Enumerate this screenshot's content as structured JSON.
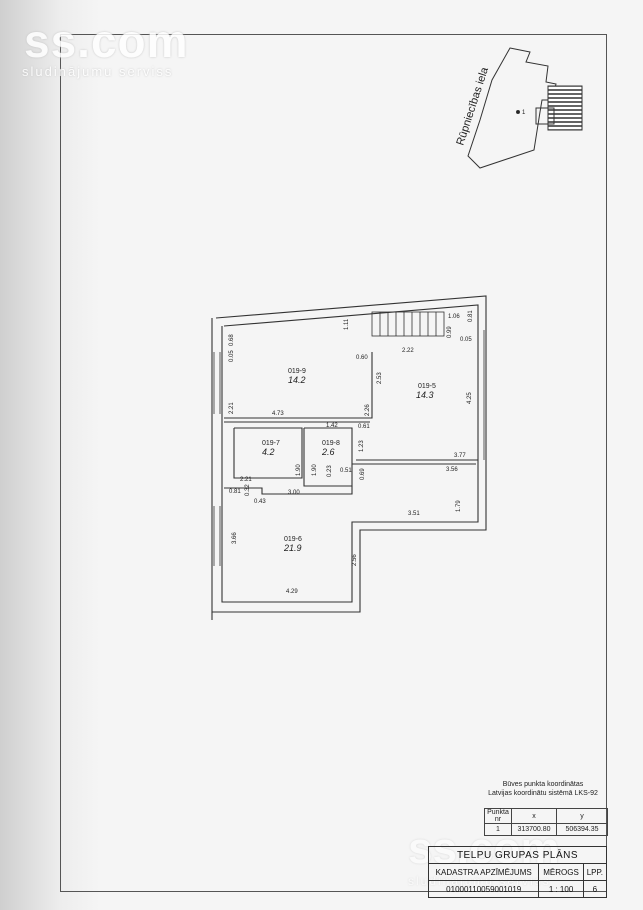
{
  "watermark": {
    "logo": "ss.com",
    "tagline": "sludinājumu serviss"
  },
  "location": {
    "street": "Rūpniecības iela",
    "point_label": "1"
  },
  "rooms": [
    {
      "id": "019-9",
      "area": "14.2"
    },
    {
      "id": "019-5",
      "area": "14.3"
    },
    {
      "id": "019-7",
      "area": "4.2"
    },
    {
      "id": "019-8",
      "area": "2.6"
    },
    {
      "id": "019-6",
      "area": "21.9"
    }
  ],
  "dimensions": [
    "1.11",
    "1.06",
    "0.99",
    "0.81",
    "0.68",
    "0.05",
    "2.22",
    "0.60",
    "0.05",
    "2.53",
    "2.21",
    "4.73",
    "2.26",
    "4.25",
    "1.42",
    "0.61",
    "1.23",
    "3.77",
    "1.90",
    "1.90",
    "0.23",
    "0.51",
    "0.69",
    "3.56",
    "2.21",
    "0.81",
    "0.32",
    "0.43",
    "3.00",
    "3.51",
    "1.79",
    "3.66",
    "2.56",
    "4.29"
  ],
  "coordinates": {
    "heading": "Būves punkta koordinātas",
    "system": "Latvijas koordinātu sistēmā LKS-92",
    "headers": [
      "Punkta nr",
      "x",
      "y"
    ],
    "rows": [
      [
        "1",
        "313700.80",
        "506394.35"
      ]
    ]
  },
  "title_block": {
    "title": "TELPU GRUPAS PLĀNS",
    "headers": [
      "KADASTRA APZĪMĒJUMS",
      "MĒROGS",
      "LPP."
    ],
    "values": [
      "01000110059001019",
      "1 : 100",
      "6"
    ]
  }
}
